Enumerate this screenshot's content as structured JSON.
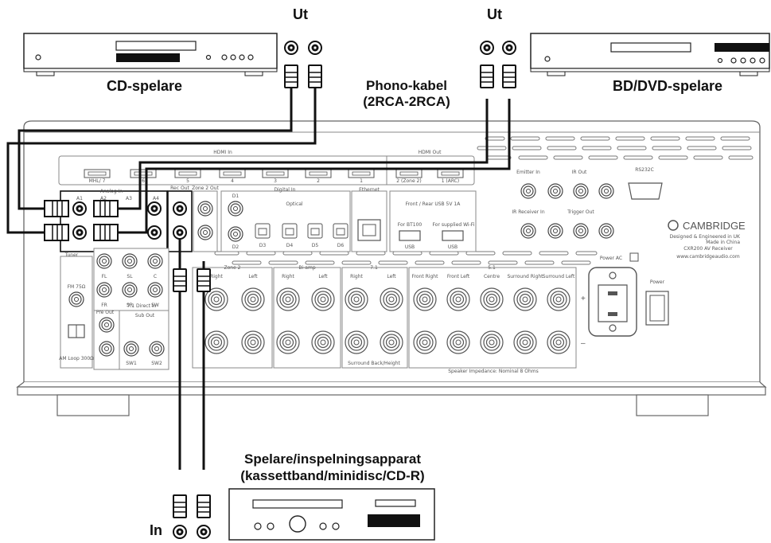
{
  "labels": {
    "cd_player": "CD-spelare",
    "bd_player": "BD/DVD-spelare",
    "out_left": "Ut",
    "out_right": "Ut",
    "phono_cable_line1": "Phono-kabel",
    "phono_cable_line2": "(2RCA-2RCA)",
    "recorder_line1": "Spelare/inspelningsapparat",
    "recorder_line2": "(kassettband/minidisc/CD-R)",
    "in": "In"
  },
  "receiver": {
    "brand": "CAMBRIDGE",
    "designed": "Designed & Engineered in UK",
    "made_in": "Made in China",
    "model": "CXR200 AV Receiver",
    "website": "www.cambridgeaudio.com",
    "hdmi_in": "HDMI In",
    "hdmi_out": "HDMI Out",
    "hdmi_in_ports": [
      "MHL/ 7",
      "6",
      "5",
      "4",
      "3",
      "2",
      "1"
    ],
    "hdmi_out_ports": [
      "2 (Zone 2)",
      "1 (ARC)"
    ],
    "analog_in": "Analog In",
    "analog_ports": [
      "A1",
      "A2",
      "A3",
      "A4"
    ],
    "rec_out": "Rec Out",
    "zone2_out": "Zone 2 Out",
    "digital_in": "Digital In",
    "coax": [
      "D1",
      "D2"
    ],
    "optical": "Optical",
    "optical_ports": [
      "D3",
      "D4",
      "D5",
      "D6"
    ],
    "ethernet": "Ethernet",
    "usb_front_rear": "Front / Rear USB 5V 1A",
    "for_bt100": "For BT100",
    "for_wifi": "For supplied Wi-Fi",
    "usb": "USB",
    "emitter_in": "Emitter In",
    "ir_out": "IR Out",
    "ir_receiver_in": "IR Receiver In",
    "trigger_out": "Trigger Out",
    "rs232c": "RS232C",
    "tuner": "Tuner",
    "fm": "FM 75Ω",
    "am": "AM Loop 300Ω",
    "direct_in": "7.1 Direct In",
    "direct_ports": [
      "FL",
      "SL",
      "C",
      "FR",
      "SR",
      "SW"
    ],
    "pre_out": "Pre Out",
    "sub_out": "Sub Out",
    "sub_ports": [
      "SW1",
      "SW2"
    ],
    "zone2": "Zone 2",
    "biamp": "Bi-amp",
    "ch71": "7.1",
    "ch51": "5.1",
    "right": "Right",
    "left": "Left",
    "front_right": "Front Right",
    "front_left": "Front Left",
    "centre": "Centre",
    "surround_right": "Surround Right",
    "surround_left": "Surround Left",
    "surround_back": "Surround Back/Height",
    "impedance": "Speaker Impedance: Nominal 8 Ohms",
    "power_ac": "Power AC",
    "power": "Power"
  }
}
